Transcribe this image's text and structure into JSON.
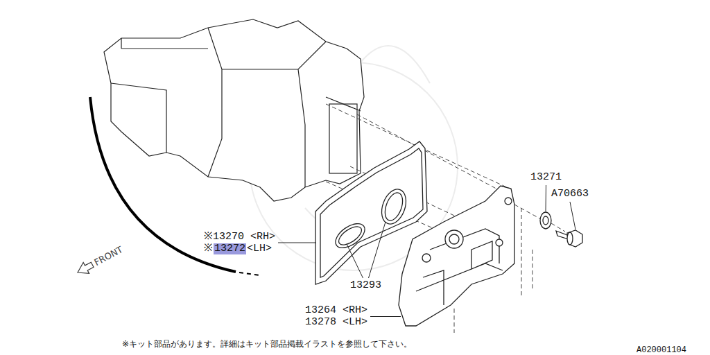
{
  "diagram": {
    "labels": [
      "※13270 <RH>",
      "※",
      "13272",
      "<LH>",
      "13293",
      "13264 <RH>",
      "13278 <LH>",
      "13271",
      "A70663",
      "FRONT",
      "※キット部品があります。詳細はキット部品掲載イラストを参照して下さい。",
      "A020001104"
    ]
  }
}
